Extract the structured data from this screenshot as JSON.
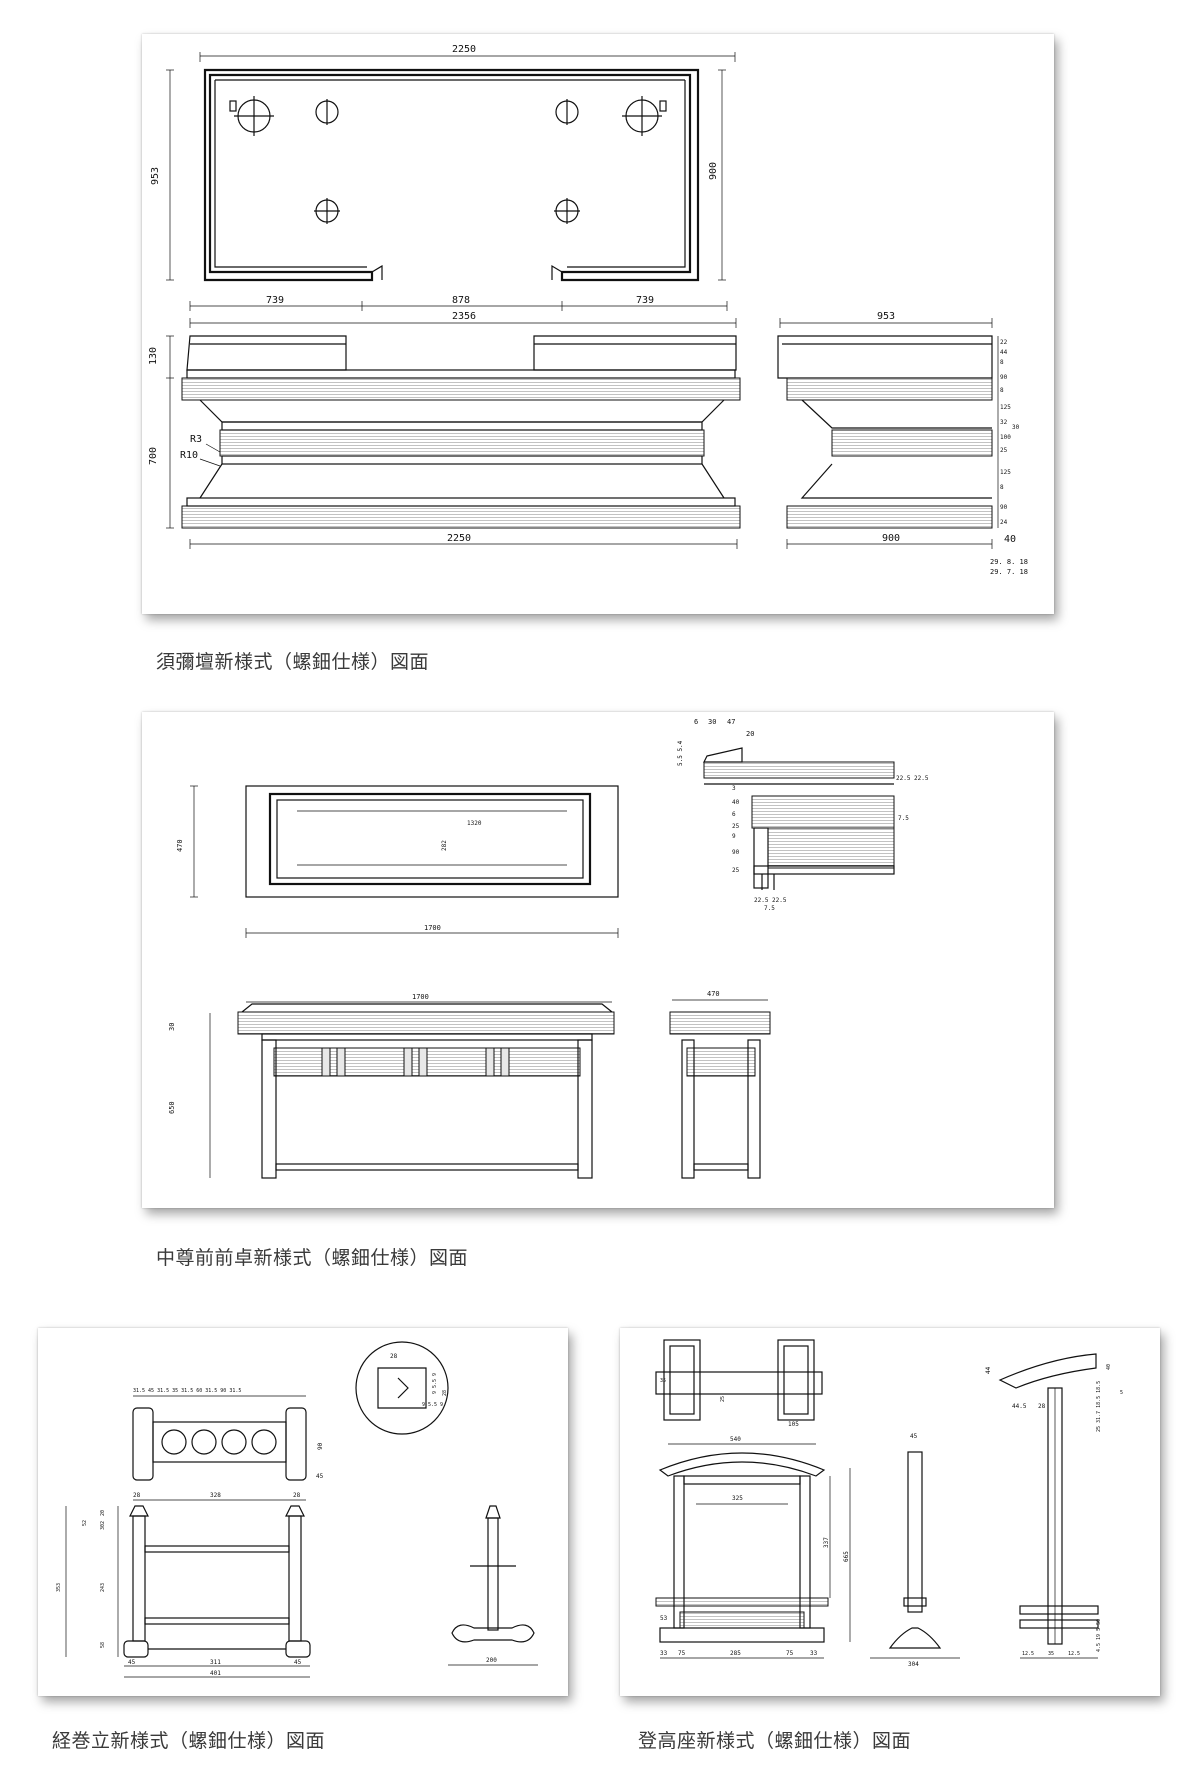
{
  "drawings": [
    {
      "caption": "須彌壇新様式（螺鈿仕様）図面",
      "dims": {
        "top_width": "2250",
        "top_depth_left": "953",
        "top_depth_right": "900",
        "seg_left": "739",
        "seg_mid": "878",
        "seg_right": "739",
        "front_width": "2356",
        "front_h_top": "130",
        "front_h_total": "700",
        "r3": "R3",
        "r10": "R10",
        "front_base": "2250",
        "side_width": "953",
        "side_base": "900",
        "side_40": "40",
        "side_stack": [
          "22",
          "44",
          "8",
          "90",
          "8",
          "125",
          "32",
          "100",
          "30",
          "25",
          "125",
          "8",
          "90",
          "24"
        ],
        "date1": "29. 8. 18",
        "date2": "29. 7. 18"
      }
    },
    {
      "caption": "中尊前前卓新様式（螺鈿仕様）図面",
      "dims": {
        "plan_depth": "470",
        "plan_inner": "1320",
        "plan_inner_d": "282",
        "plan_width": "1700",
        "front_width": "1700",
        "front_top": "30",
        "front_height": "650",
        "side_width": "470",
        "det_6": "6",
        "det_30": "30",
        "det_47": "47",
        "det_20": "20",
        "det_left": "5.5 5.4",
        "det_stack": [
          "3",
          "40",
          "6",
          "25",
          "9",
          "90",
          "25"
        ],
        "det_right": "22.5 22.5",
        "det_75": "7.5",
        "det_bottom": "22.5 22.5",
        "det_b2": "7.5"
      }
    },
    {
      "caption": "経巻立新様式（螺鈿仕様）図面",
      "dims": {
        "top_seq": "31.5  45  31.5  35  31.5  60  31.5  90  31.5",
        "top_90": "90",
        "top_45": "45",
        "det_28": "28",
        "det_v": "9 5.5 9",
        "det_v28": "28",
        "det_v2": "9 5.5 9",
        "f_28a": "28",
        "f_328": "328",
        "f_28b": "28",
        "f_20": "20",
        "f_52": "52",
        "f_302": "302",
        "f_353": "353",
        "f_243": "243",
        "f_58": "58",
        "f_45a": "45",
        "f_311": "311",
        "f_45b": "45",
        "f_401": "401",
        "s_200": "200"
      }
    },
    {
      "caption": "登高座新様式（螺鈿仕様）図面",
      "dims": {
        "p_35": "35",
        "p_25": "25",
        "p_105": "105",
        "f_540": "540",
        "f_325": "325",
        "f_337": "337",
        "f_665": "665",
        "f_53": "53",
        "f_33a": "33",
        "f_75a": "75",
        "f_285": "285",
        "f_75b": "75",
        "f_33b": "33",
        "c_45": "45",
        "c_304": "304",
        "s_44": "44",
        "s_40": "40",
        "s_445": "44.5",
        "s_28": "28",
        "s_stack": "25  31.7  18.5  18.5",
        "s_5": "5",
        "s_b1": "12.5",
        "s_b2": "35",
        "s_b3": "12.5",
        "s_bstack": "4.5  19  5  50"
      }
    }
  ]
}
